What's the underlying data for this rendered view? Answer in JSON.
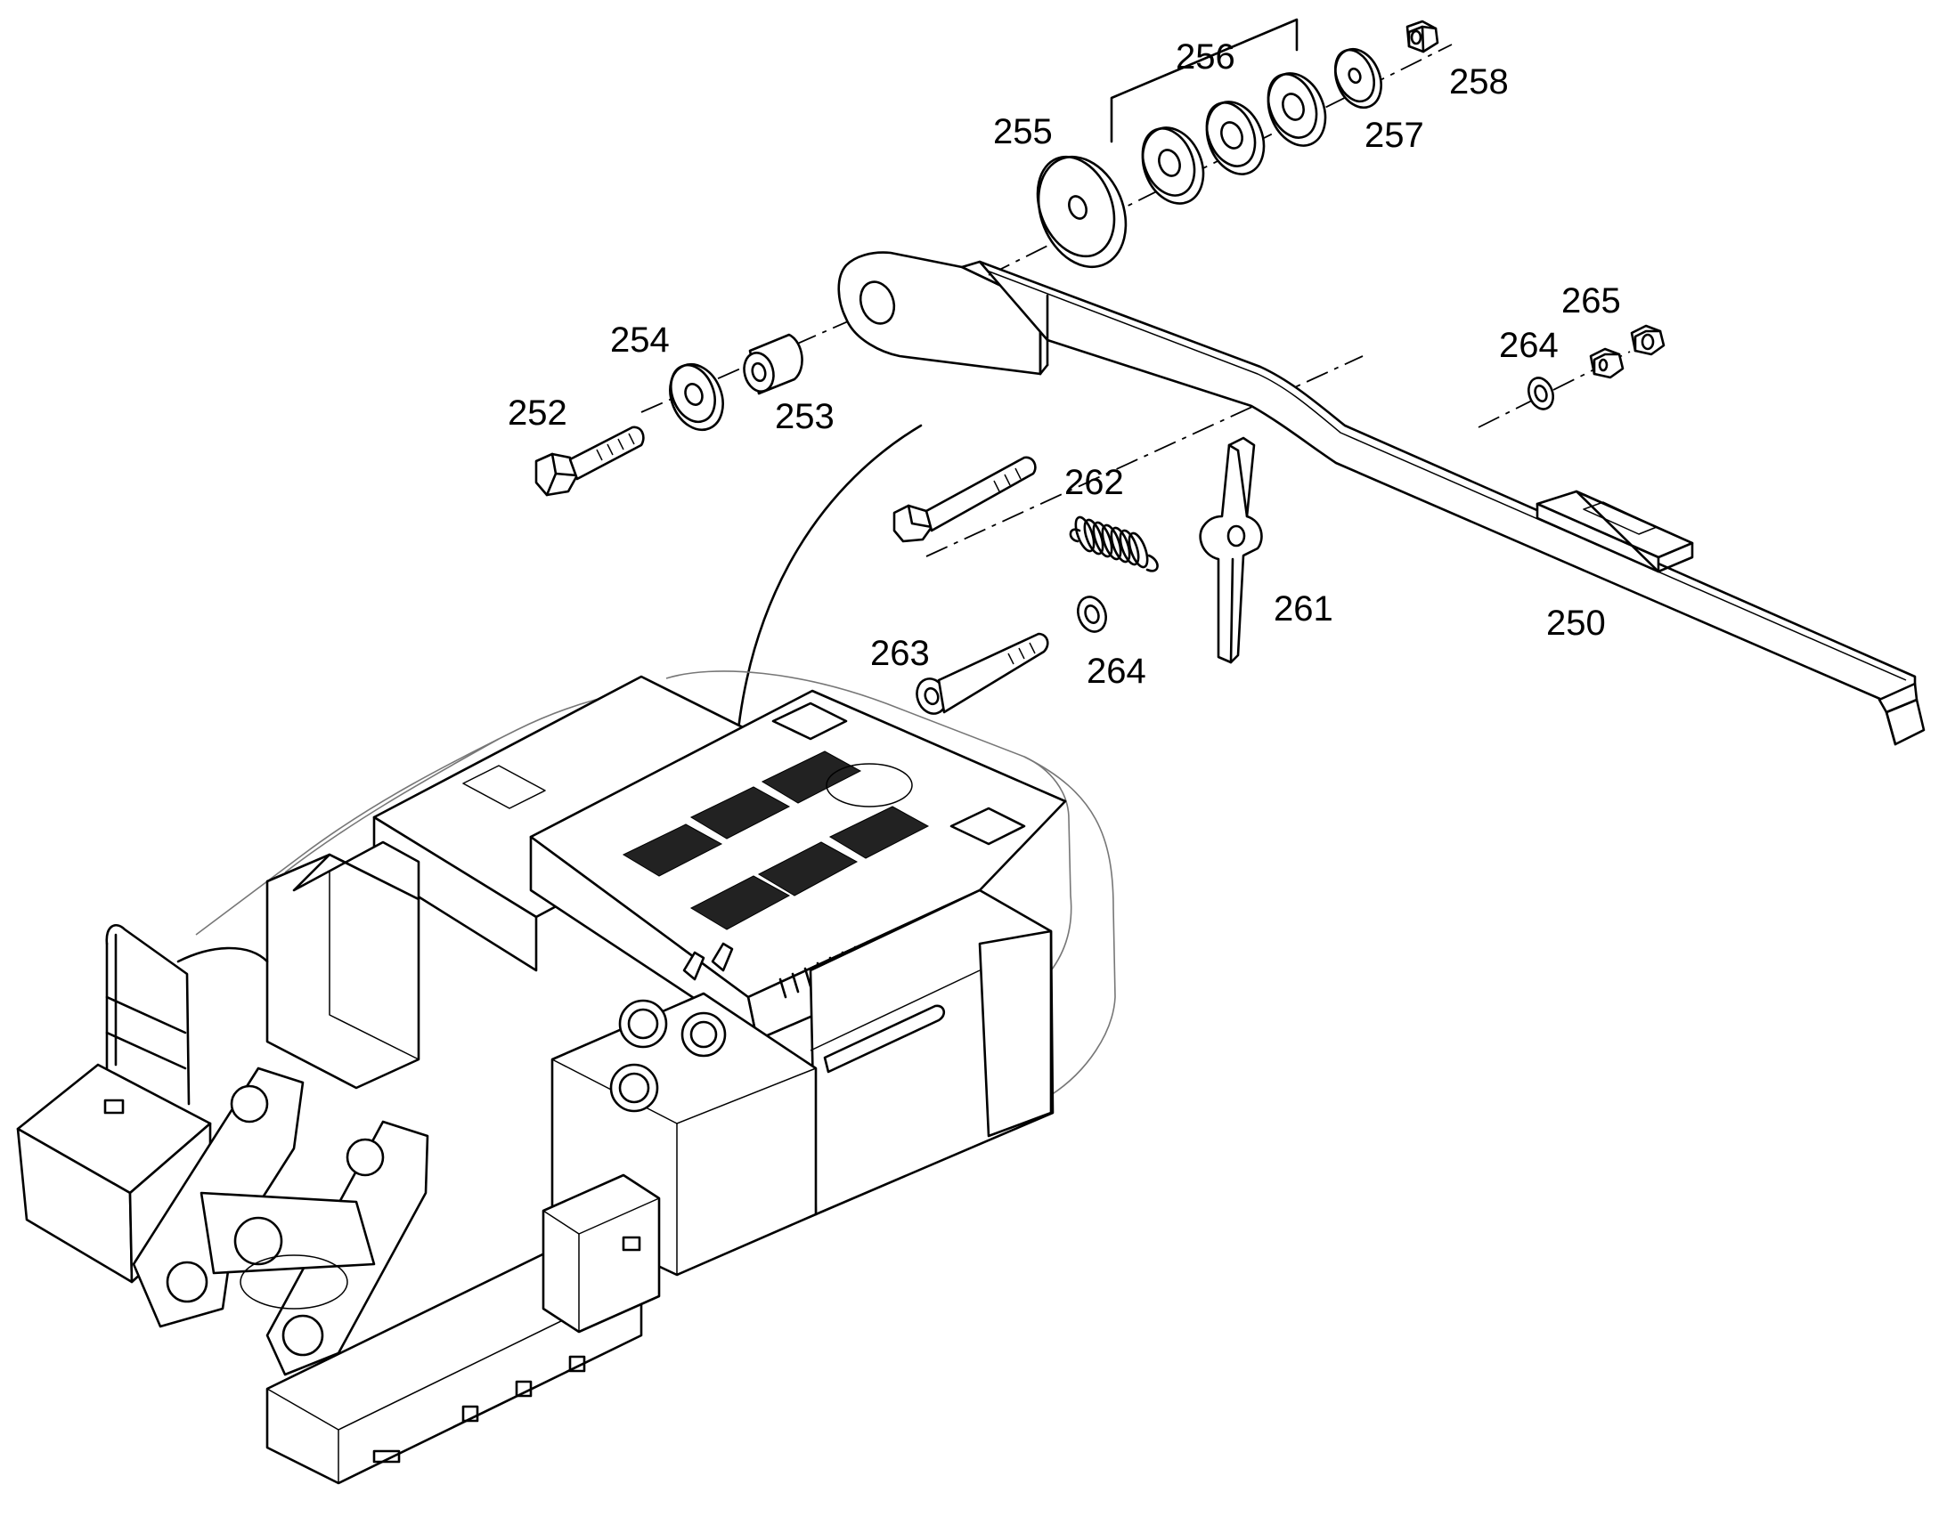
{
  "callouts": {
    "c250": "250",
    "c252": "252",
    "c253": "253",
    "c254": "254",
    "c255": "255",
    "c256": "256",
    "c257": "257",
    "c258": "258",
    "c261": "261",
    "c262": "262",
    "c263": "263",
    "c264a": "264",
    "c264b": "264",
    "c265": "265"
  }
}
